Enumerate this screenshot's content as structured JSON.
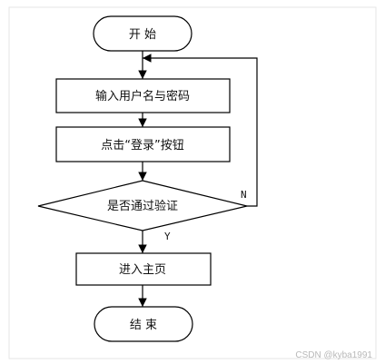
{
  "nodes": {
    "start": "开 始",
    "input": "输入用户名与密码",
    "click": "点击“登录”按钮",
    "decision": "是否通过验证",
    "home": "进入主页",
    "end": "结 束"
  },
  "edges": {
    "yes": "Y",
    "no": "N"
  },
  "watermark": "CSDN @kyba1991"
}
